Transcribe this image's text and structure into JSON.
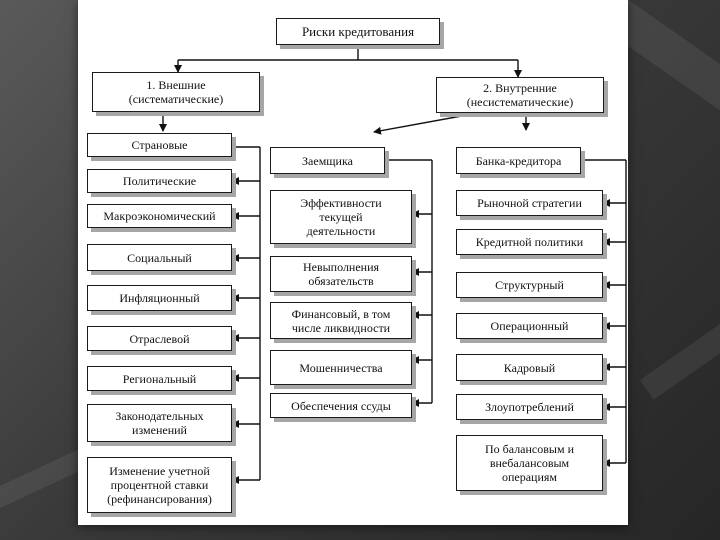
{
  "diagram": {
    "root": "Риски кредитования",
    "external": {
      "label": "1. Внешние\n(систематические)",
      "items": [
        "Страновые",
        "Политические",
        "Макроэкономический",
        "Социальный",
        "Инфляционный",
        "Отраслевой",
        "Региональный",
        "Законодательных\nизменений",
        "Изменение учетной\nпроцентной ставки\n(рефинансирования)"
      ]
    },
    "internal": {
      "label": "2. Внутренние\n(несистематические)",
      "borrower": {
        "label": "Заемщика",
        "items": [
          "Эффективности\nтекущей\nдеятельности",
          "Невыполнения\nобязательств",
          "Финансовый, в том\nчисле ликвидности",
          "Мошенничества",
          "Обеспечения ссуды"
        ]
      },
      "bank": {
        "label": "Банка-кредитора",
        "items": [
          "Рыночной стратегии",
          "Кредитной политики",
          "Структурный",
          "Операционный",
          "Кадровый",
          "Злоупотреблений",
          "По балансовым и\nвнебалансовым\nоперациям"
        ]
      }
    }
  }
}
